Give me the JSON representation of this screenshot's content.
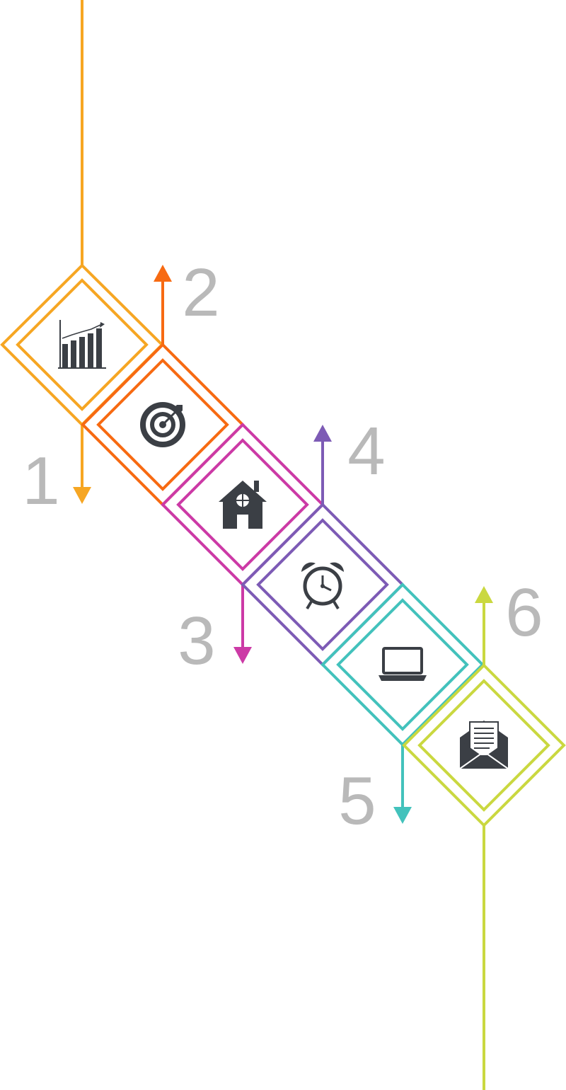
{
  "colors": {
    "number_text": "#b9b9b9",
    "icon": "#3b3f45",
    "background": "#ffffff"
  },
  "steps": [
    {
      "number": "1",
      "color": "#f6a623",
      "icon": "bar-chart-icon",
      "arrow": "down"
    },
    {
      "number": "2",
      "color": "#f76a12",
      "icon": "target-icon",
      "arrow": "up"
    },
    {
      "number": "3",
      "color": "#cc3aa6",
      "icon": "house-icon",
      "arrow": "down"
    },
    {
      "number": "4",
      "color": "#7d5bb5",
      "icon": "alarm-clock-icon",
      "arrow": "up"
    },
    {
      "number": "5",
      "color": "#43c2bc",
      "icon": "laptop-icon",
      "arrow": "down"
    },
    {
      "number": "6",
      "color": "#cad840",
      "icon": "envelope-letter-icon",
      "arrow": "up"
    }
  ]
}
